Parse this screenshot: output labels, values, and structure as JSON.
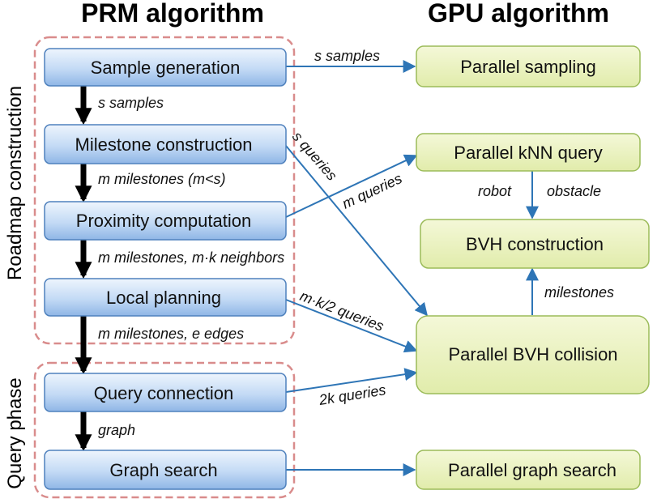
{
  "headings": {
    "prm": "PRM algorithm",
    "gpu": "GPU algorithm"
  },
  "phases": {
    "roadmap": "Roadmap construction",
    "query": "Query phase"
  },
  "prm_steps": [
    "Sample generation",
    "Milestone construction",
    "Proximity computation",
    "Local planning",
    "Query connection",
    "Graph search"
  ],
  "gpu_steps": {
    "sampling": "Parallel sampling",
    "knn": "Parallel kNN query",
    "bvh_construction": "BVH construction",
    "bvh_collision": "Parallel BVH collision",
    "graph_search": "Parallel graph search"
  },
  "vertical_labels": [
    "s samples",
    "m milestones (m<s)",
    "m milestones, m·k neighbors",
    "m milestones, e edges",
    "graph"
  ],
  "edge_labels": {
    "sample_to_sampling": "s samples",
    "milestone_to_collision": "s queries",
    "proximity_to_knn": "m queries",
    "local_to_collision": "m·k/2 queries",
    "query_to_collision": "2k queries",
    "robot": "robot",
    "obstacle": "obstacle",
    "milestones": "milestones"
  },
  "colors": {
    "prm_box_top": "#e6f0fb",
    "prm_box_bottom": "#8fb6e6",
    "prm_box_border": "#4f81bd",
    "gpu_box_fill": "#e8f1b8",
    "gpu_box_border": "#9bbb59",
    "dashed_border": "#d98c8c",
    "blue_arrow": "#2e75b6",
    "black_arrow": "#000000"
  }
}
